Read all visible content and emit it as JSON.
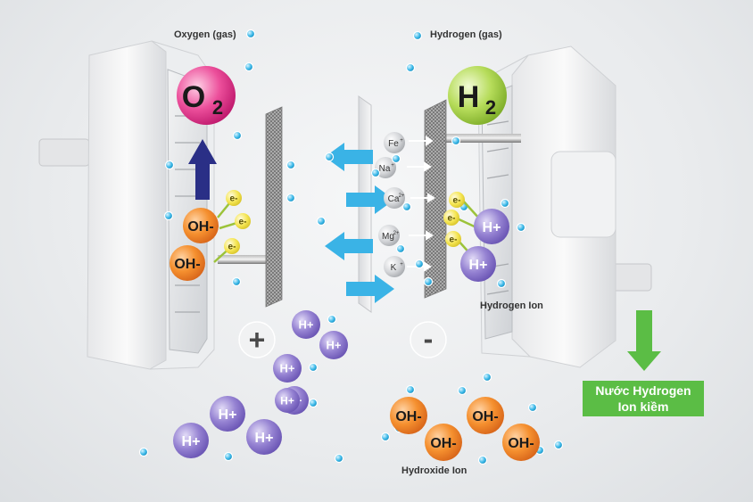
{
  "labels": {
    "oxygen_gas": "Oxygen (gas)",
    "hydrogen_gas": "Hydrogen (gas)",
    "hydrogen_ion": "Hydrogen Ion",
    "hydroxide_ion": "Hydroxide Ion"
  },
  "molecules": {
    "o2": {
      "symbol": "O",
      "subscript": "2",
      "color": "#e8308a"
    },
    "h2": {
      "symbol": "H",
      "subscript": "2",
      "color": "#a9d24b"
    }
  },
  "electrodes": {
    "anode_sign": "+",
    "cathode_sign": "-"
  },
  "ions": {
    "electron": "e-",
    "hydroxide": "OH-",
    "hydrogen": "H+"
  },
  "minerals": [
    {
      "symbol": "Fe",
      "charge": "+"
    },
    {
      "symbol": "Na",
      "charge": "+"
    },
    {
      "symbol": "Ca",
      "charge": "2+"
    },
    {
      "symbol": "Mg",
      "charge": "2+"
    },
    {
      "symbol": "K",
      "charge": "+"
    }
  ],
  "result": {
    "line1": "Nước Hydrogen",
    "line2": "Ion kiềm"
  },
  "colors": {
    "hydroxide": "#f08a2c",
    "hydrogen_ion": "#8a73c8",
    "electron": "#f4e24c",
    "water_dot": "#2eb0e0",
    "arrow_up": "#2a2f86",
    "arrow_flow": "#3ab3e6",
    "result": "#5bbd45"
  }
}
